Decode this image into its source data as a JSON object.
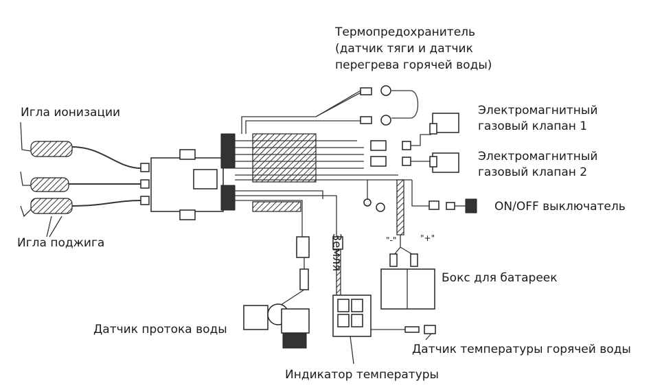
{
  "labels": {
    "thermal_fuse": [
      "Термопредохранитель",
      "(датчик тяги и датчик",
      "перегрева горячей воды)"
    ],
    "ionization_needle": "Игла ионизации",
    "gas_valve_1": [
      "Электромагнитный",
      "газовый клапан 1"
    ],
    "gas_valve_2": [
      "Электромагнитный",
      "газовый клапан 2"
    ],
    "on_off_switch": "ON/OFF выключатель",
    "ignition_needle": "Игла поджига",
    "ground": "Земля",
    "battery_box": "Бокс для батареек",
    "water_flow_sensor": "Датчик протока воды",
    "hot_water_temp_sensor": "Датчик температуры горячей воды",
    "temperature_indicator": "Индикатор температуры",
    "polarity_minus": "\"-\"",
    "polarity_plus": "\"+\""
  }
}
